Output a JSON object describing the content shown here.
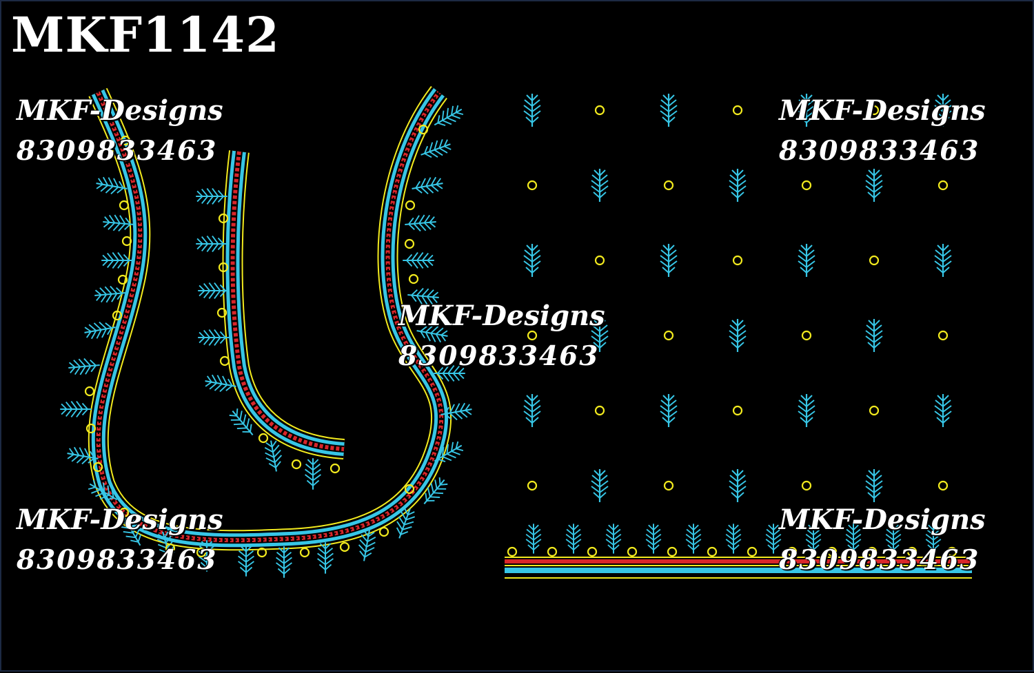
{
  "design_code": "MKF1142",
  "watermarks": [
    {
      "name": "MKF-Designs",
      "phone": "8309833463"
    },
    {
      "name": "MKF-Designs",
      "phone": "8309833463"
    },
    {
      "name": "MKF-Designs",
      "phone": "8309833463"
    },
    {
      "name": "MKF-Designs",
      "phone": "8309833463"
    },
    {
      "name": "MKF-Designs",
      "phone": "8309833463"
    }
  ],
  "colors": {
    "background": "#000000",
    "thread_yellow": "#f2ea1e",
    "thread_cyan": "#37c6e6",
    "thread_red": "#d8262a",
    "text": "#ffffff"
  },
  "motifs": [
    "leaf-spray-icon",
    "ring-dot-icon"
  ]
}
